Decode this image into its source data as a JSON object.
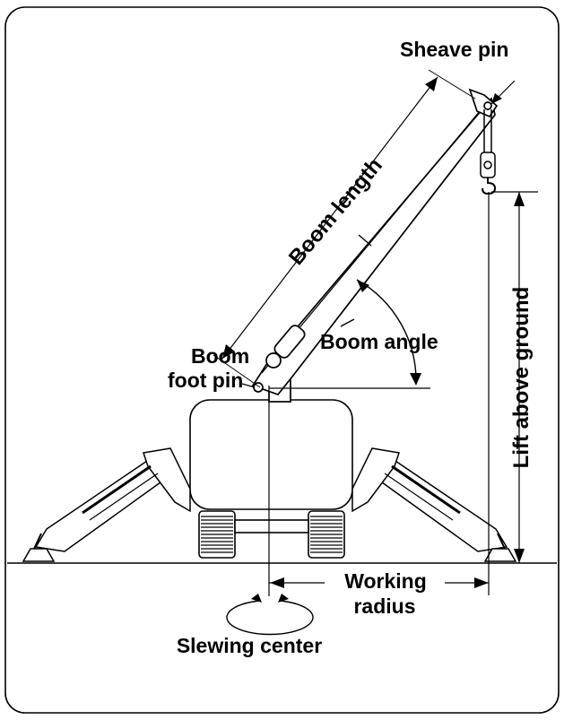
{
  "labels": {
    "sheave_pin": "Sheave pin",
    "boom_length": "Boom length",
    "boom_angle": "Boom angle",
    "boom_foot_pin_line1": "Boom",
    "boom_foot_pin_line2": "foot pin",
    "lift_above_ground": "Lift above ground",
    "working_radius_line1": "Working",
    "working_radius_line2": "radius",
    "slewing_center": "Slewing center"
  },
  "colors": {
    "line": "#000000",
    "background": "#ffffff"
  }
}
